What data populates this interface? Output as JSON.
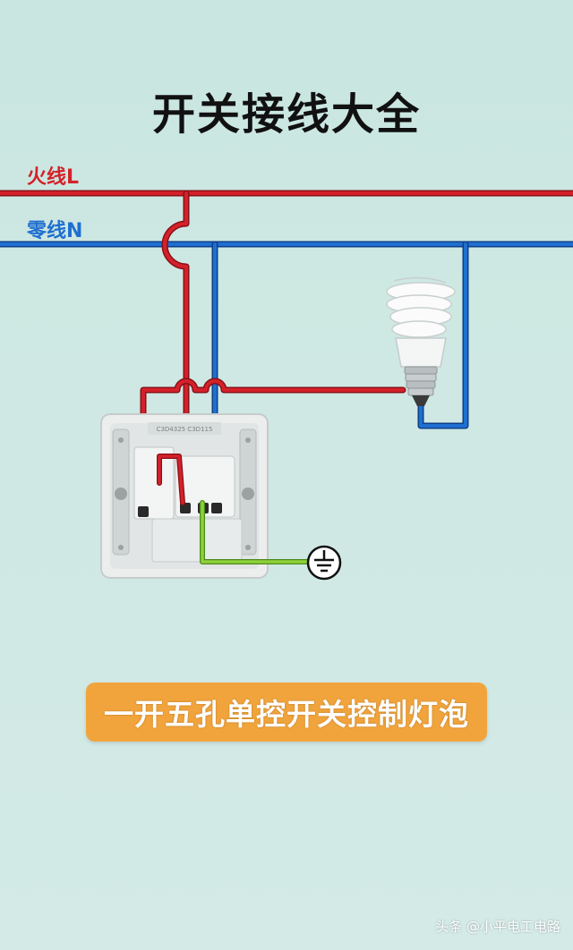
{
  "title": "开关接线大全",
  "labels": {
    "live": "火线L",
    "neutral": "零线N"
  },
  "colors": {
    "live": "#d4212a",
    "neutral": "#1f6fd0",
    "ground": "#8fd13a",
    "banner": "#f2a43c"
  },
  "switch_panel": {
    "model_text": "C3D4325 C3D115"
  },
  "banner": {
    "text": "一开五孔单控开关控制灯泡"
  },
  "watermark": {
    "text": "头条 @小平电工电路"
  }
}
